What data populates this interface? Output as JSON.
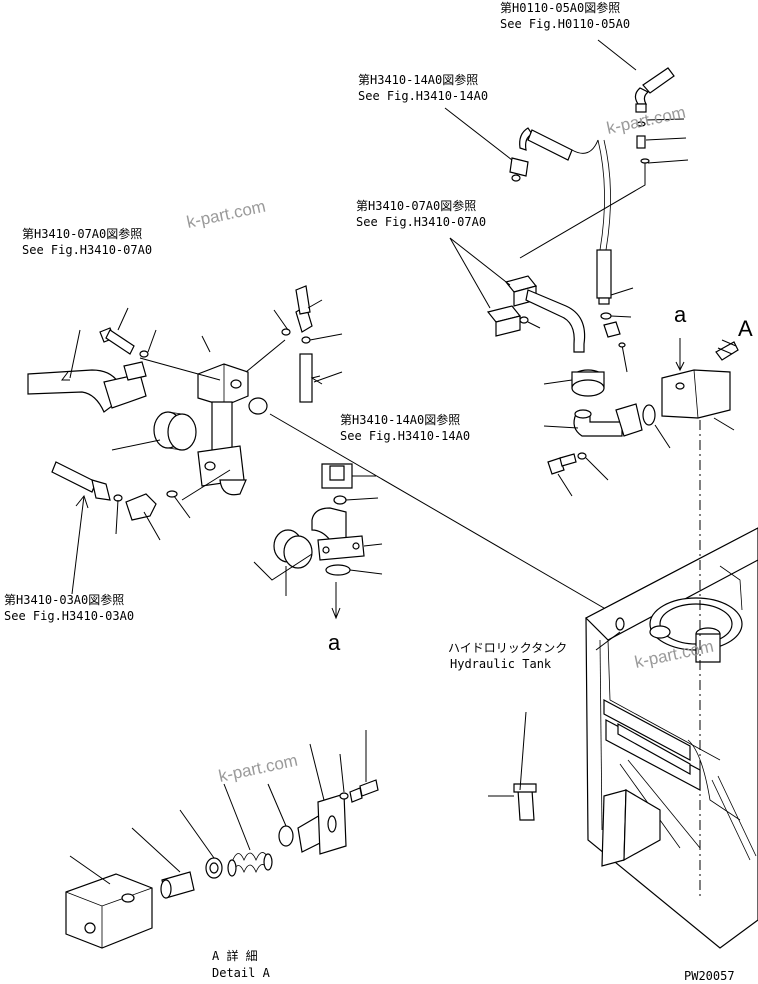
{
  "references": {
    "h0110_05a0_jp": "第H0110-05A0図参照",
    "h0110_05a0_en": "See Fig.H0110-05A0",
    "h3410_14a0_top_jp": "第H3410-14A0図参照",
    "h3410_14a0_top_en": "See Fig.H3410-14A0",
    "h3410_07a0_right_jp": "第H3410-07A0図参照",
    "h3410_07a0_right_en": "See Fig.H3410-07A0",
    "h3410_07a0_left_jp": "第H3410-07A0図参照",
    "h3410_07a0_left_en": "See Fig.H3410-07A0",
    "h3410_14a0_mid_jp": "第H3410-14A0図参照",
    "h3410_14a0_mid_en": "See Fig.H3410-14A0",
    "h3410_03a0_jp": "第H3410-03A0図参照",
    "h3410_03a0_en": "See Fig.H3410-03A0"
  },
  "tank": {
    "label_jp": "ハイドロリックタンク",
    "label_en": "Hydraulic Tank"
  },
  "markers": {
    "a_top": "a",
    "a_mid": "a",
    "big_a": "A"
  },
  "detail": {
    "label_jp": "A 詳 細",
    "label_en": "Detail A"
  },
  "drawing_code": "PW20057",
  "watermark": "k-part.com"
}
